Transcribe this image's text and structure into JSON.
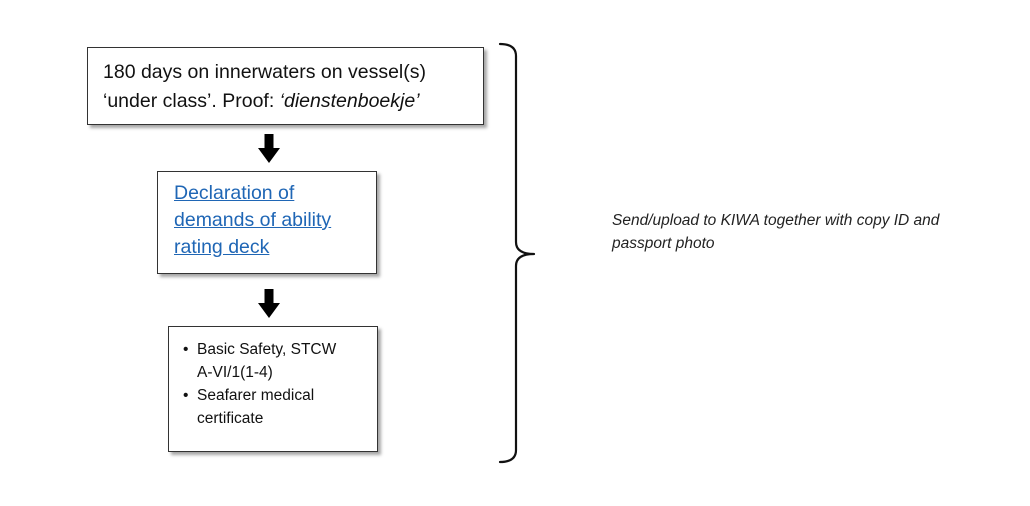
{
  "box1": {
    "line1": "180 days on innerwaters on vessel(s)",
    "line2_prefix": "‘under class’. Proof: ",
    "line2_italic": "‘dienstenboekje’"
  },
  "box2": {
    "link_lines": [
      "Declaration of",
      "demands of ability",
      "rating deck"
    ],
    "link_color": "#1f66b5"
  },
  "box3": {
    "items": [
      {
        "line1": "Basic Safety, STCW",
        "line2": "A-VI/1(1-4)"
      },
      {
        "line1": "Seafarer medical",
        "line2": "certificate"
      }
    ]
  },
  "note": {
    "line1": "Send/upload to KIWA together with copy ID and",
    "line2": "passport photo"
  },
  "icons": {
    "arrow": "down-arrow-icon",
    "bullet": "•",
    "brace": "right-curly-brace"
  }
}
